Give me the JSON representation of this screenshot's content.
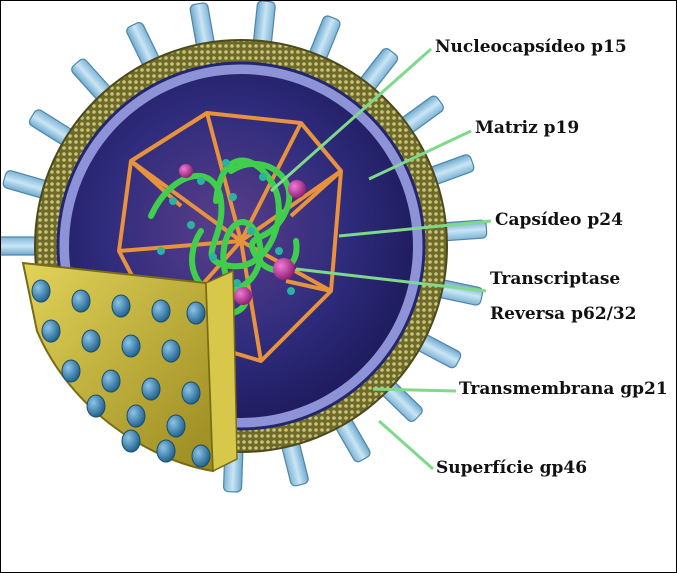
{
  "labels": {
    "nucleocapsid": "Nucleocapsídeo p15",
    "matrix": "Matriz p19",
    "capsid": "Capsídeo p24",
    "rt_line1": "Transcriptase",
    "rt_line2": "Reversa p62/32",
    "transmembrane": "Transmembrana gp21",
    "surface": "Superfície gp46"
  },
  "colors": {
    "envelope": "#8f8a3a",
    "matrix_ring": "#3b3f8e",
    "interior": "#2e2a7a",
    "capsid_edges": "#e3903a",
    "rna": "#3cc84a",
    "enzyme": "#c2379c",
    "spike": "#a9d4ec",
    "cutaway": "#c8b53a",
    "leader": "#7fd98a"
  }
}
